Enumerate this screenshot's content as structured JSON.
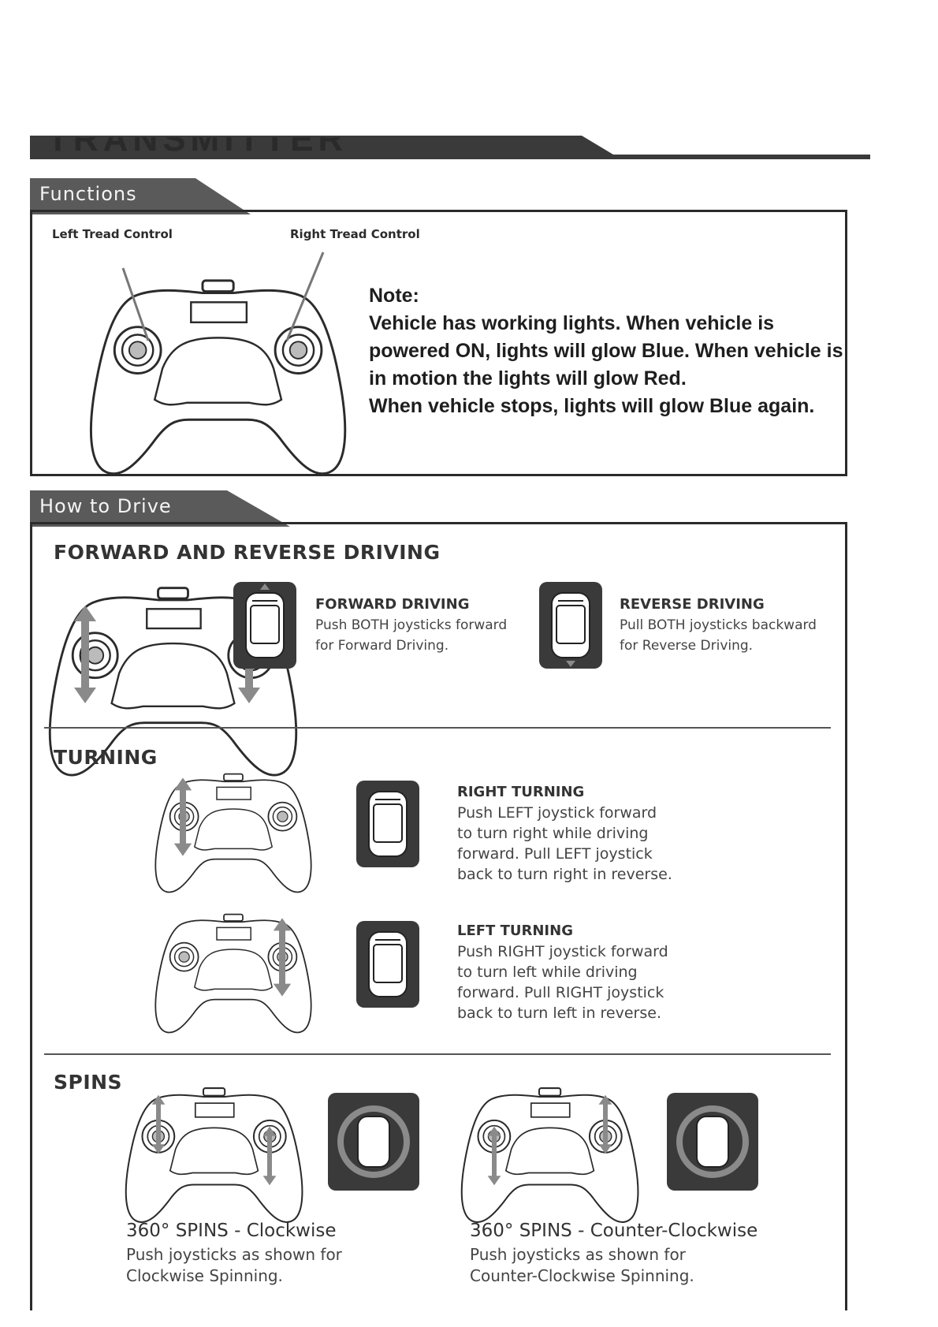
{
  "header": {
    "title": "TRANSMITTER"
  },
  "functions": {
    "tab_label": "Functions",
    "left_label": "Left Tread Control",
    "right_label": "Right Tread Control",
    "note_title": "Note:",
    "note_lines": [
      "Vehicle has working lights. When vehicle is",
      "powered ON, lights will glow Blue. When vehicle is",
      "in motion the lights will glow Red.",
      "When vehicle stops, lights will glow Blue again."
    ]
  },
  "how_to_drive": {
    "tab_label": "How to Drive",
    "forward_reverse": {
      "heading": "FORWARD AND REVERSE DRIVING",
      "forward_title": "FORWARD DRIVING",
      "forward_desc": [
        "Push BOTH joysticks forward",
        "for Forward Driving."
      ],
      "reverse_title": "REVERSE DRIVING",
      "reverse_desc": [
        "Pull BOTH joysticks backward",
        "for Reverse Driving."
      ]
    },
    "turning": {
      "heading": "TURNING",
      "right_title": "RIGHT TURNING",
      "right_desc": [
        "Push LEFT joystick forward",
        "to turn right while driving",
        "forward. Pull LEFT joystick",
        "back to turn right in reverse."
      ],
      "left_title": "LEFT TURNING",
      "left_desc": [
        "Push RIGHT joystick forward",
        "to turn left while driving",
        "forward. Pull RIGHT joystick",
        "back to turn left in reverse."
      ]
    },
    "spins": {
      "heading": "SPINS",
      "cw_title": "360° SPINS - Clockwise",
      "cw_desc": [
        "Push joysticks as shown for",
        "Clockwise Spinning."
      ],
      "ccw_title": "360° SPINS - Counter-Clockwise",
      "ccw_desc": [
        "Push joysticks as shown for",
        "Counter-Clockwise Spinning."
      ]
    }
  },
  "colors": {
    "dark": "#2b2b2b",
    "tab": "#5a5a5a",
    "arrow": "#8a8a8a"
  }
}
